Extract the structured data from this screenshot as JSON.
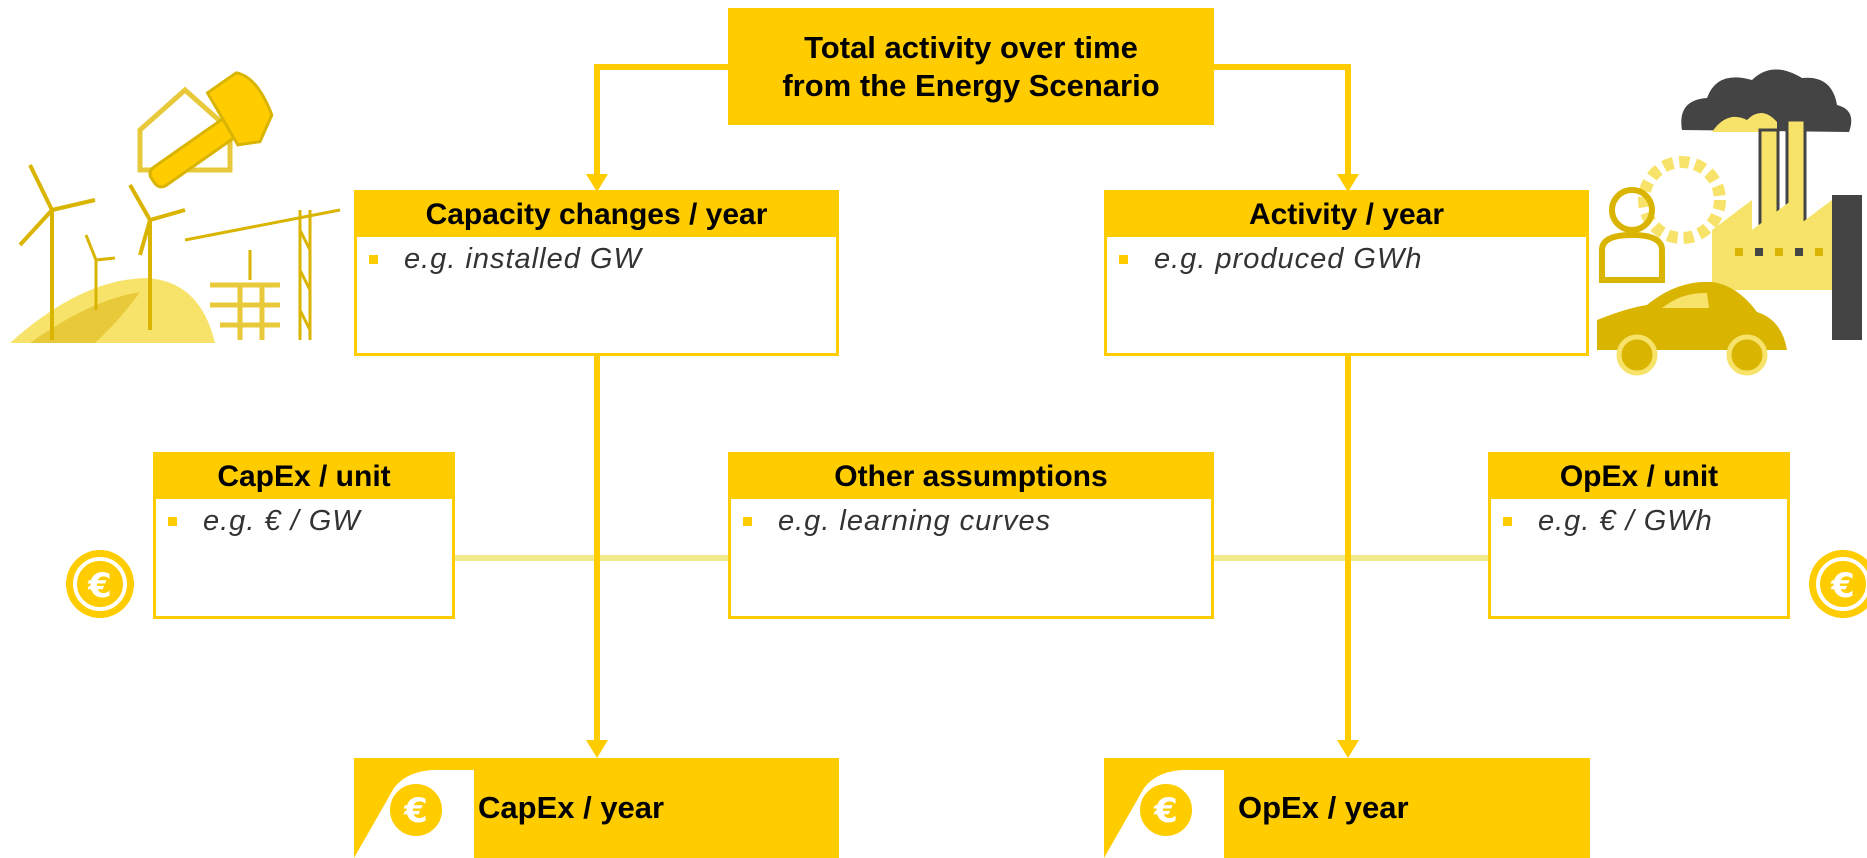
{
  "top_box": {
    "line1": "Total activity over time",
    "line2": "from the Energy Scenario"
  },
  "capacity_box": {
    "title": "Capacity changes / year",
    "bullet": "e.g. installed GW"
  },
  "activity_box": {
    "title": "Activity / year",
    "bullet": "e.g. produced GWh"
  },
  "capex_unit_box": {
    "title": "CapEx / unit",
    "bullet": "e.g. € / GW"
  },
  "other_box": {
    "title": "Other assumptions",
    "bullet": "e.g. learning curves"
  },
  "opex_unit_box": {
    "title": "OpEx / unit",
    "bullet": "e.g. € / GWh"
  },
  "capex_year_box": {
    "label": "CapEx / year"
  },
  "opex_year_box": {
    "label": "OpEx / year"
  },
  "icons": {
    "left_illustration": "construction-windfarm-icon",
    "right_illustration": "factory-car-person-icon",
    "currency": "euro-coin-icon"
  },
  "colors": {
    "accent": "#FFCC00",
    "connector_light": "#F2E98A",
    "illustration_light": "#F7E36A",
    "illustration_dark": "#D9B400",
    "factory_dark": "#444444"
  }
}
